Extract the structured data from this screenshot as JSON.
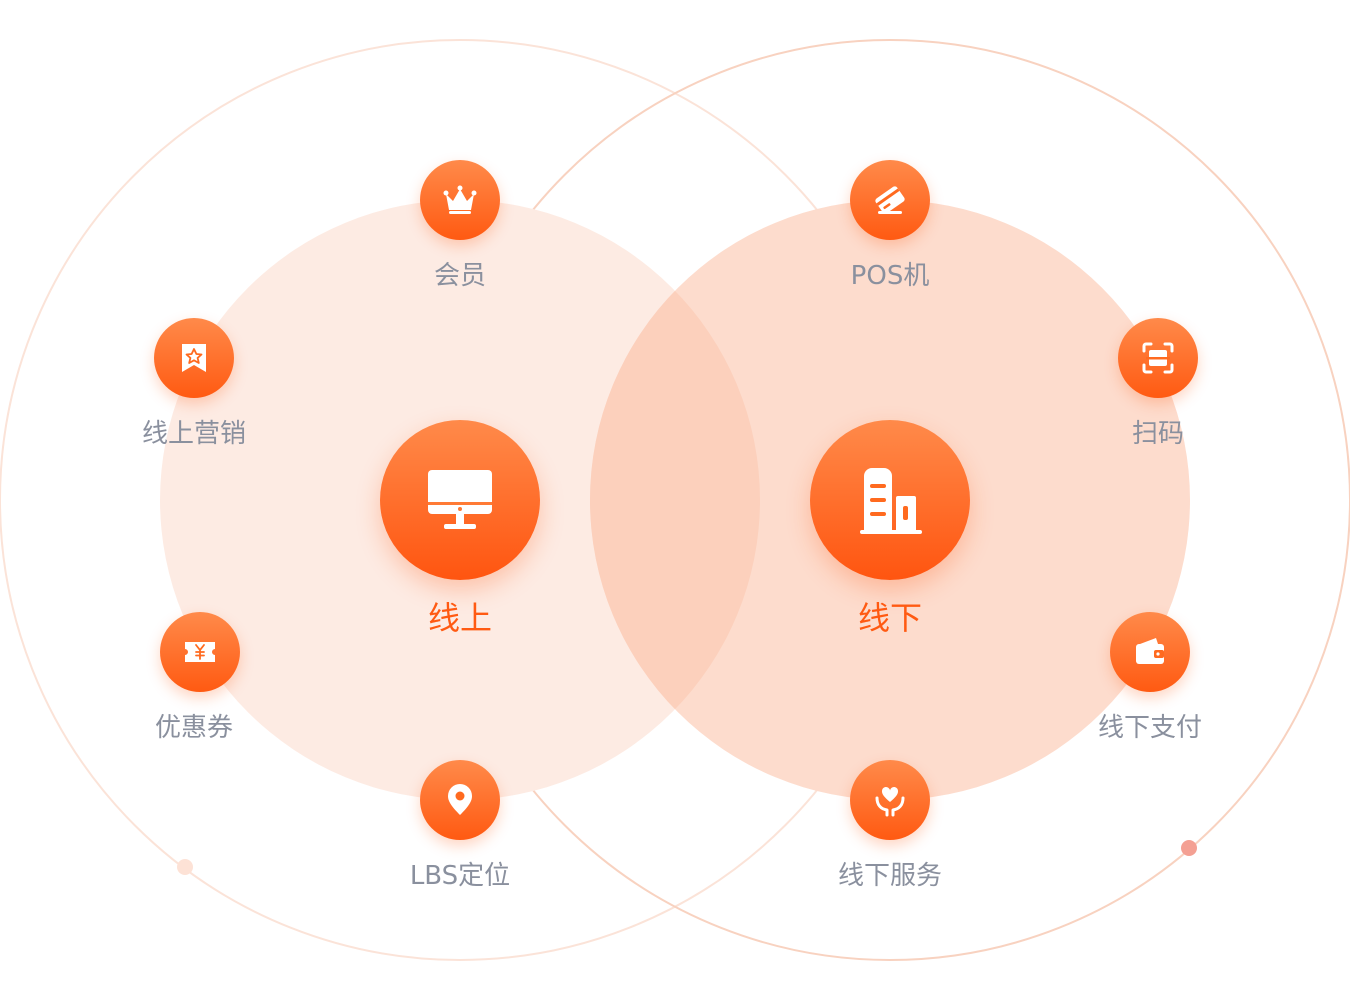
{
  "colors": {
    "accent": "#ff6a1f",
    "label": "#8a909e",
    "left_fill": "#fde8df",
    "right_fill": "#fddccd",
    "overlap_fill": "#fcd2bf",
    "outline": "#f8d2c0",
    "dot_left": "#fde2d6",
    "dot_right": "#f4a093"
  },
  "online": {
    "label": "线上",
    "icon": "monitor-icon"
  },
  "offline": {
    "label": "线下",
    "icon": "building-icon"
  },
  "nodes": {
    "member": {
      "label": "会员",
      "icon": "crown-icon"
    },
    "online_marketing": {
      "label": "线上营销",
      "icon": "bookmark-star-icon"
    },
    "coupon": {
      "label": "优惠券",
      "icon": "ticket-yen-icon"
    },
    "lbs": {
      "label": "LBS定位",
      "icon": "location-pin-icon"
    },
    "pos": {
      "label": "POS机",
      "icon": "card-icon"
    },
    "scan": {
      "label": "扫码",
      "icon": "scan-icon"
    },
    "offline_payment": {
      "label": "线下支付",
      "icon": "wallet-icon"
    },
    "offline_service": {
      "label": "线下服务",
      "icon": "heart-hands-icon"
    }
  }
}
